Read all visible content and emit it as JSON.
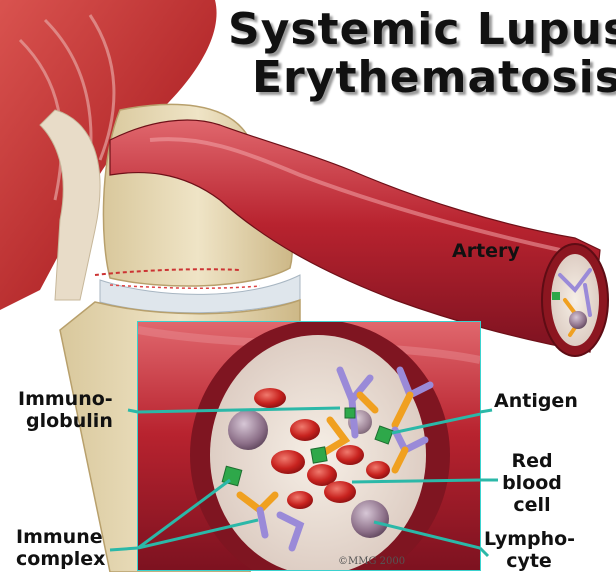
{
  "title_line1": "Systemic Lupus",
  "title_line2": "Erythematosis",
  "labels": {
    "artery": "Artery",
    "immunoglobulin_1": "Immuno-",
    "immunoglobulin_2": "globulin",
    "antigen": "Antigen",
    "red_blood_cell_1": "Red",
    "red_blood_cell_2": "blood",
    "red_blood_cell_3": "cell",
    "immune_complex_1": "Immune",
    "immune_complex_2": "complex",
    "lymphocyte_1": "Lympho-",
    "lymphocyte_2": "cyte"
  },
  "copyright": "©MMG 2000",
  "colors": {
    "artery": "#b3222e",
    "bone": "#e6d6b0",
    "muscle": "#c0393b",
    "callout_frame": "#3ad2d0",
    "leader_lines": "#2bb8a8",
    "antigen": "#2ea84a",
    "immunoglobulin": "#9a8ad8"
  },
  "icons": [
    "knee-joint-illustration",
    "artery-tube",
    "blood-vessel-cross-section"
  ]
}
